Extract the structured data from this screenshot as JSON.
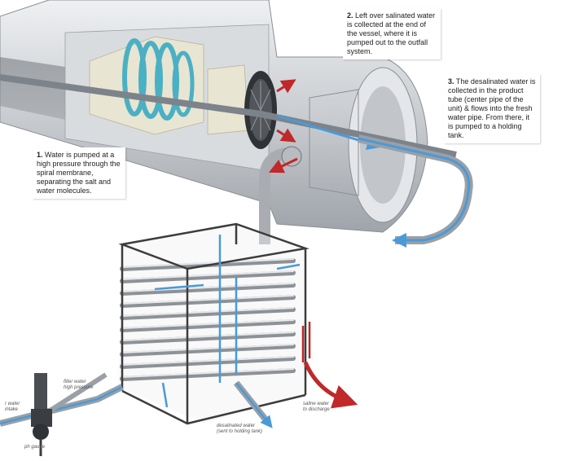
{
  "callouts": [
    {
      "number": "1.",
      "text": "Water is pumped at a high pressure through the spiral membrane, separating the salt and water molecules."
    },
    {
      "number": "2.",
      "text": "Left over salinated water is collected at the end of the vessel, where it is pumped out to the outfall system."
    },
    {
      "number": "3.",
      "text": "The desalinated water is collected in the product tube (center pipe of the unit) & flows into the fresh water pipe. From there, it is pumped to a holding tank."
    }
  ],
  "labels": {
    "intake": "r water\nintake",
    "filter": "filter water\nhigh pressure",
    "saline": "saline water\nto discharge",
    "desal": "desalinated water\n(sent to holding tank)",
    "pressure": "ph gauge"
  },
  "colors": {
    "fresh_water": "#4a9ad8",
    "brine": "#c0282a",
    "vessel": "#d3d6da",
    "frame": "#3c3c3c"
  }
}
